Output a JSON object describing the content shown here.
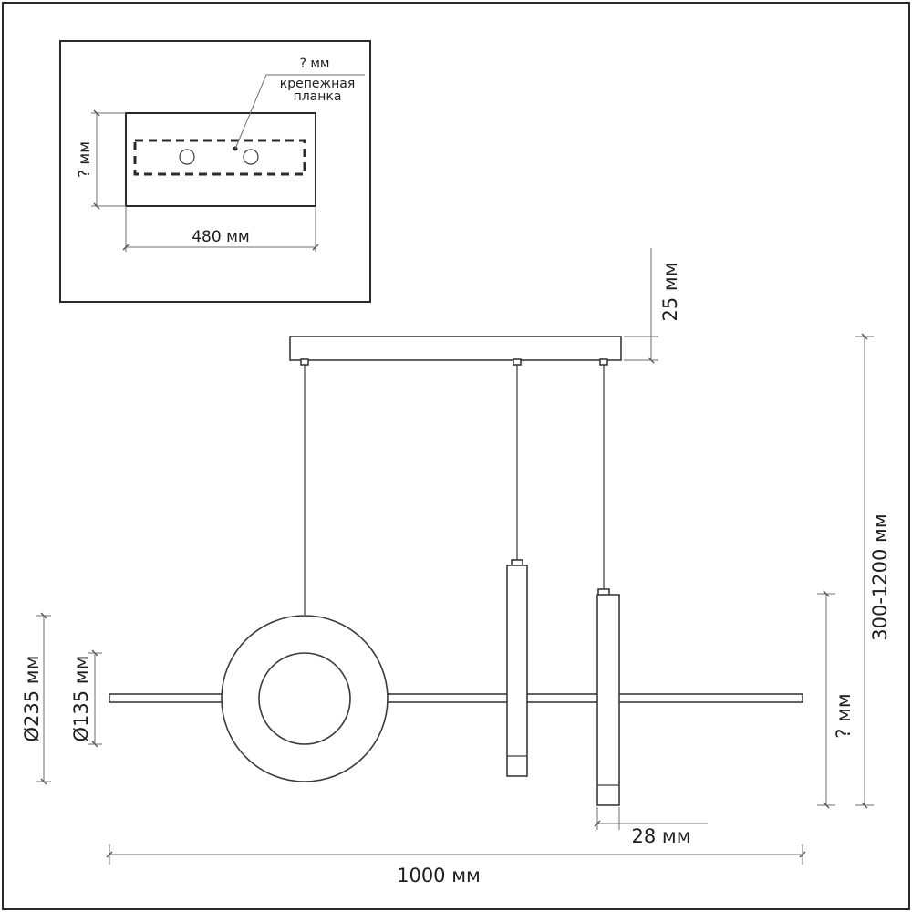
{
  "inset": {
    "height_label": "? мм",
    "width_label": "480 мм",
    "bracket_dim_label": "? мм",
    "bracket_label_line1": "крепежная",
    "bracket_label_line2": "планка"
  },
  "main": {
    "canopy_height_label": "25 мм",
    "suspension_label": "300-1200 мм",
    "fixture_height_label": "? мм",
    "outer_diameter_label": "Ø235 мм",
    "inner_diameter_label": "Ø135 мм",
    "tube_width_label": "28 мм",
    "total_width_label": "1000 мм"
  }
}
